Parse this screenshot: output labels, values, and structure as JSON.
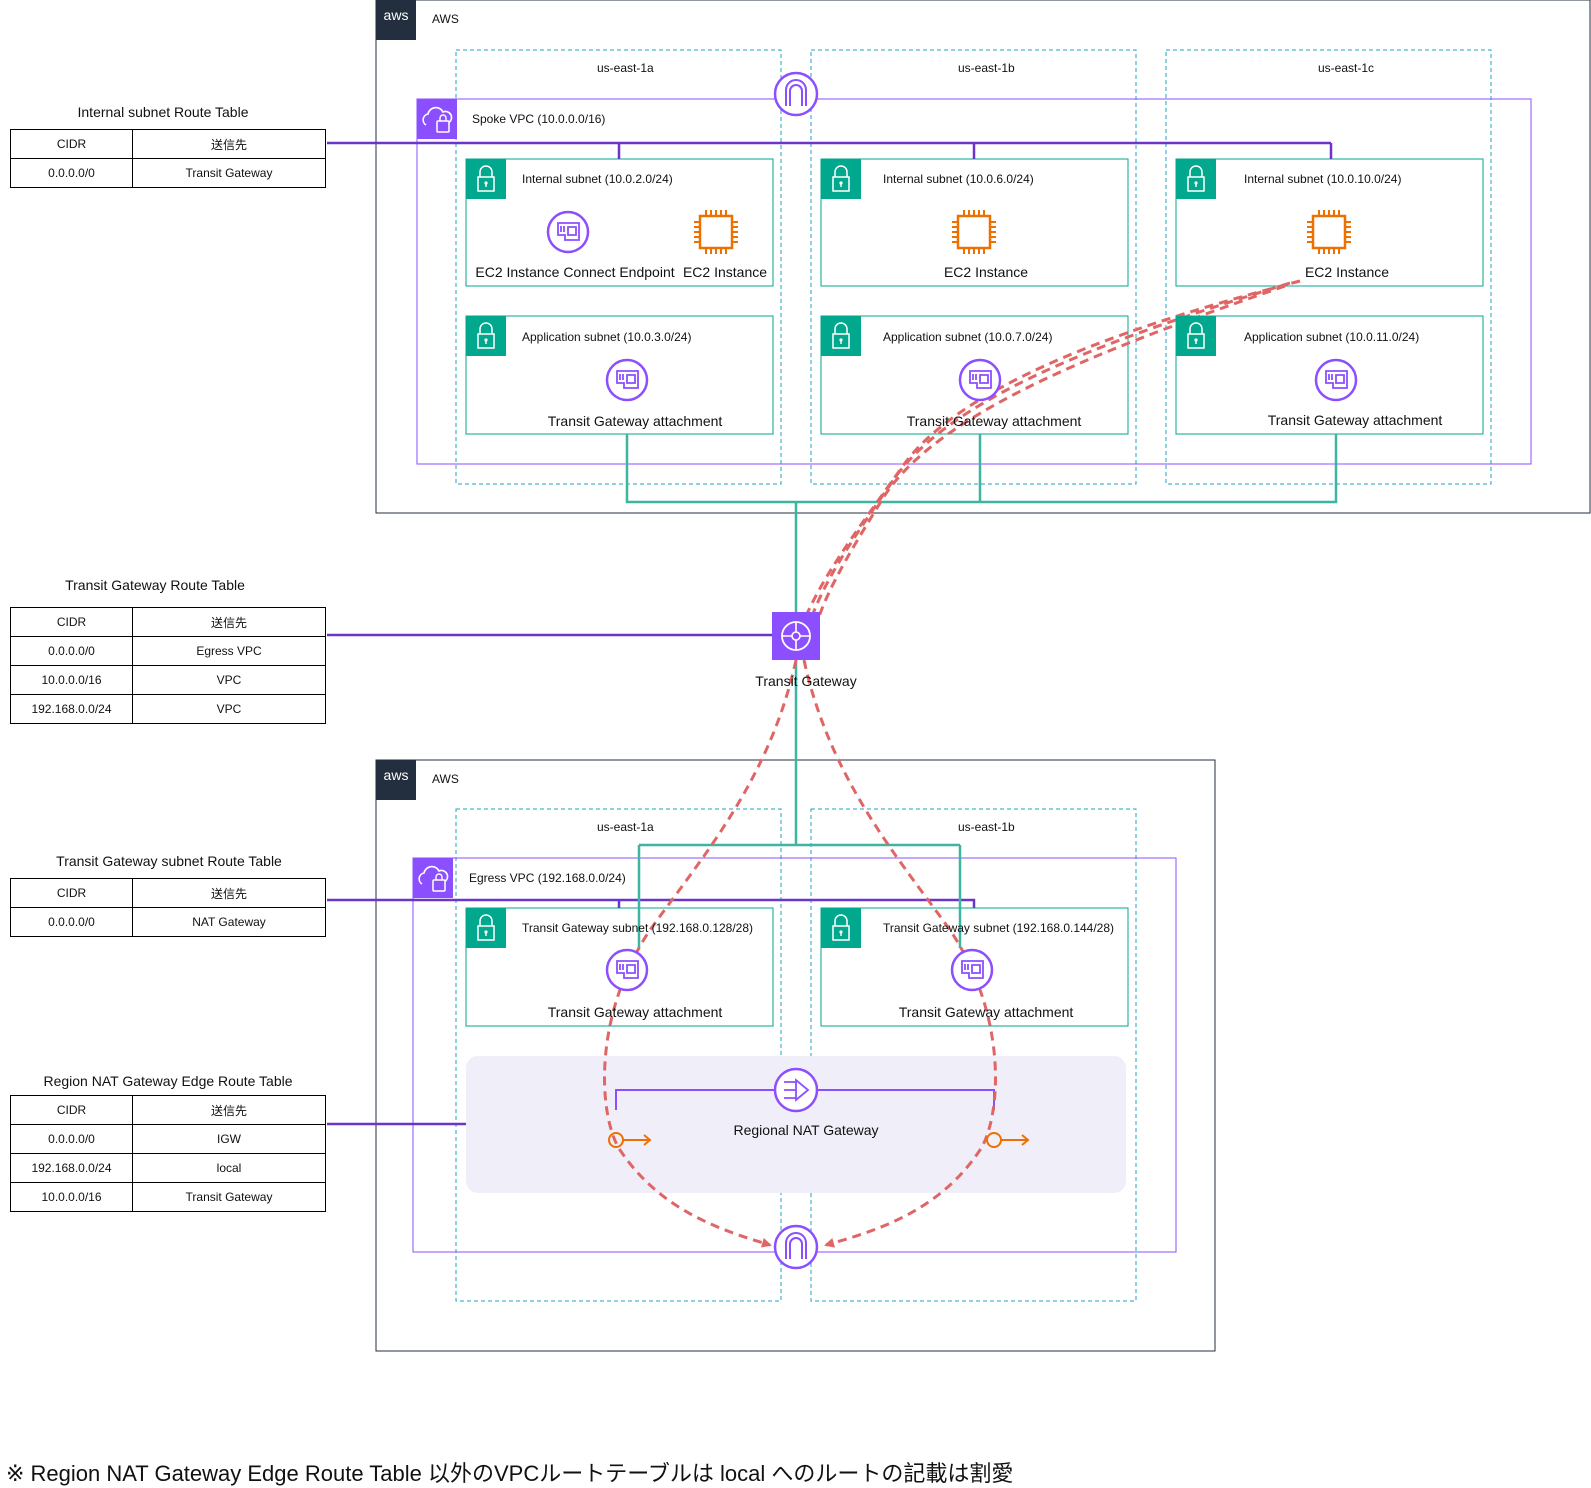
{
  "aws_top": {
    "label": "AWS",
    "logo": "aws"
  },
  "aws_bottom": {
    "label": "AWS",
    "logo": "aws"
  },
  "az": {
    "a": "us-east-1a",
    "b": "us-east-1b",
    "c": "us-east-1c"
  },
  "spoke_vpc": {
    "label": "Spoke VPC (10.0.0.0/16)",
    "internal_subnets": [
      "Internal subnet (10.0.2.0/24)",
      "Internal subnet (10.0.6.0/24)",
      "Internal subnet (10.0.10.0/24)"
    ],
    "app_subnets": [
      "Application subnet (10.0.3.0/24)",
      "Application subnet (10.0.7.0/24)",
      "Application subnet (10.0.11.0/24)"
    ],
    "eice_label": "EC2 Instance Connect Endpoint",
    "ec2_label": "EC2 Instance",
    "tgw_attachment_label": "Transit Gateway attachment"
  },
  "transit_gateway": {
    "label": "Transit Gateway"
  },
  "egress_vpc": {
    "label": "Egress VPC (192.168.0.0/24)",
    "tgw_subnets": [
      "Transit Gateway subnet (192.168.0.128/28)",
      "Transit Gateway subnet (192.168.0.144/28)"
    ],
    "tgw_attachment_label": "Transit Gateway attachment",
    "nat_label": "Regional NAT Gateway"
  },
  "route_tables": [
    {
      "title": "Internal subnet Route Table",
      "header": [
        "CIDR",
        "送信先"
      ],
      "rows": [
        [
          "0.0.0.0/0",
          "Transit Gateway"
        ]
      ]
    },
    {
      "title": "Transit Gateway Route Table",
      "header": [
        "CIDR",
        "送信先"
      ],
      "rows": [
        [
          "0.0.0.0/0",
          "Egress VPC"
        ],
        [
          "10.0.0.0/16",
          "VPC"
        ],
        [
          "192.168.0.0/24",
          "VPC"
        ]
      ]
    },
    {
      "title": "Transit Gateway subnet Route Table",
      "header": [
        "CIDR",
        "送信先"
      ],
      "rows": [
        [
          "0.0.0.0/0",
          "NAT Gateway"
        ]
      ]
    },
    {
      "title": "Region NAT Gateway Edge Route Table",
      "header": [
        "CIDR",
        "送信先"
      ],
      "rows": [
        [
          "0.0.0.0/0",
          "IGW"
        ],
        [
          "192.168.0.0/24",
          "local"
        ],
        [
          "10.0.0.0/16",
          "Transit Gateway"
        ]
      ]
    }
  ],
  "footnote": "※ Region NAT Gateway Edge Route Table 以外のVPCルートテーブルは local へのルートの記載は割愛",
  "colors": {
    "purple": "#8c4fff",
    "purple_line": "#6b35c9",
    "teal": "#01a88d",
    "teal_line": "#3eb5a0",
    "orange": "#ed7100",
    "red_dash": "#e06666",
    "dashed_az": "#1fa3c3",
    "nat_area": "#f0eef8"
  }
}
